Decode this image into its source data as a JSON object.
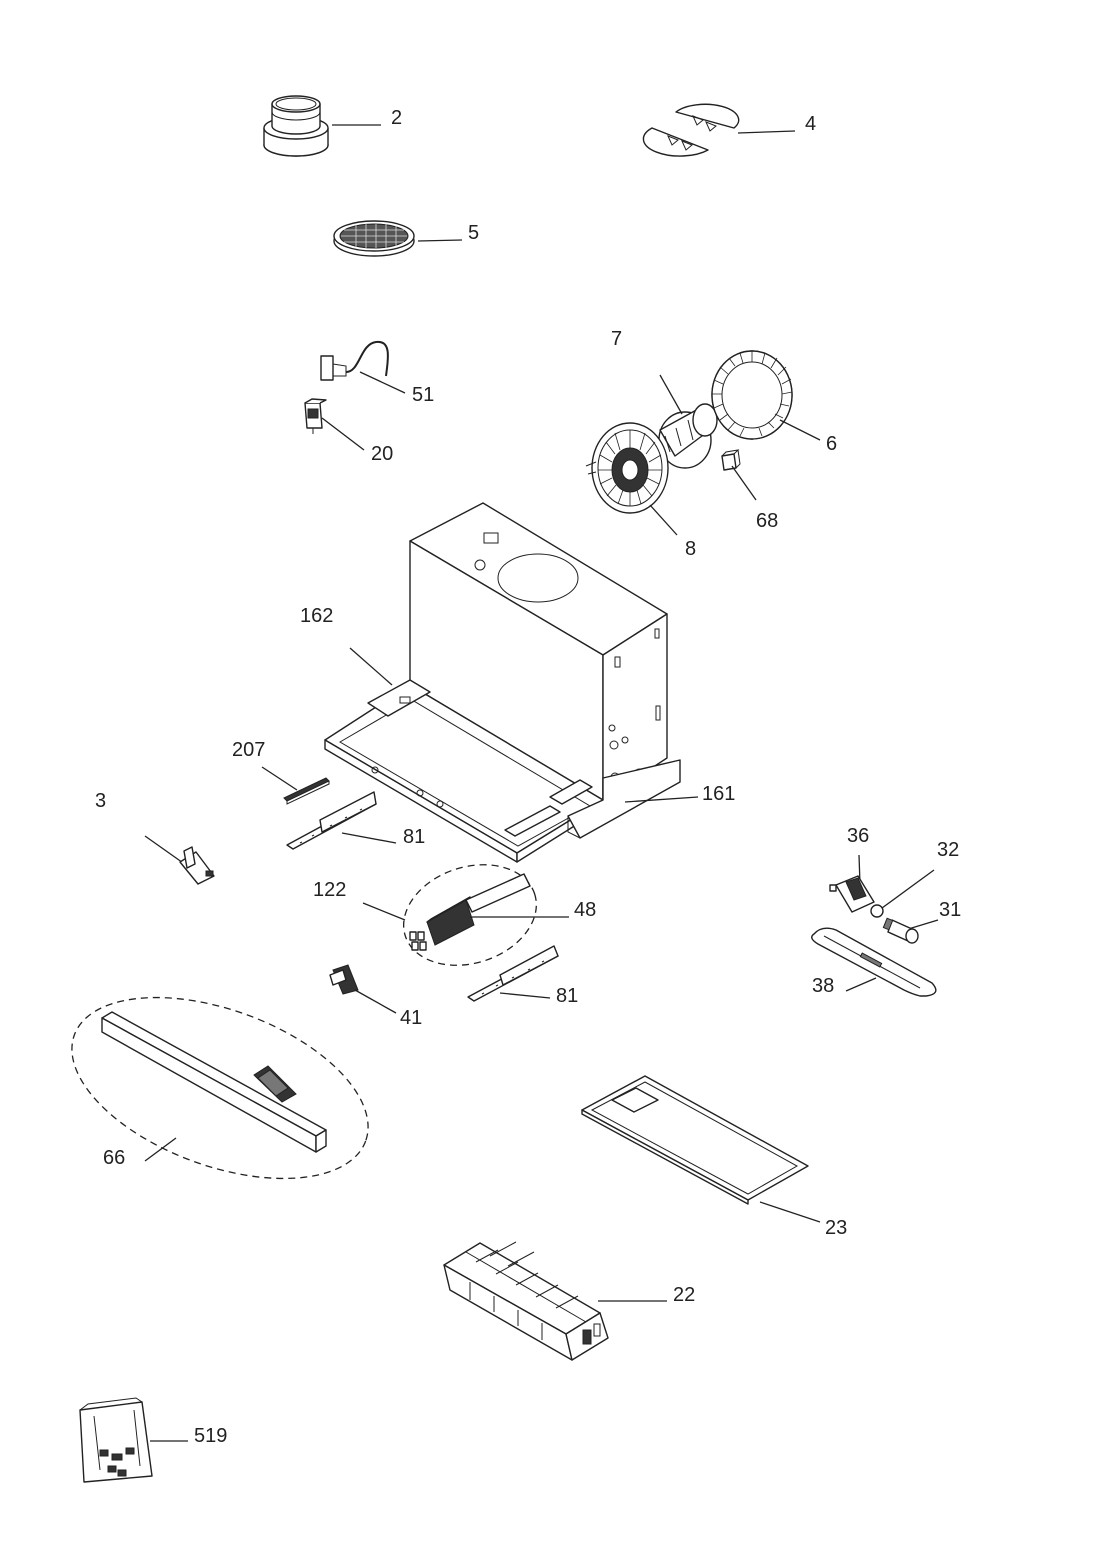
{
  "diagram": {
    "labels": {
      "p2": "2",
      "p4": "4",
      "p5": "5",
      "p7": "7",
      "p51": "51",
      "p20": "20",
      "p6": "6",
      "p68": "68",
      "p8": "8",
      "p162": "162",
      "p207": "207",
      "p3": "3",
      "p161": "161",
      "p81a": "81",
      "p36": "36",
      "p32": "32",
      "p31": "31",
      "p122": "122",
      "p48": "48",
      "p38": "38",
      "p41": "41",
      "p81b": "81",
      "p66": "66",
      "p23": "23",
      "p22": "22",
      "p519": "519"
    }
  }
}
